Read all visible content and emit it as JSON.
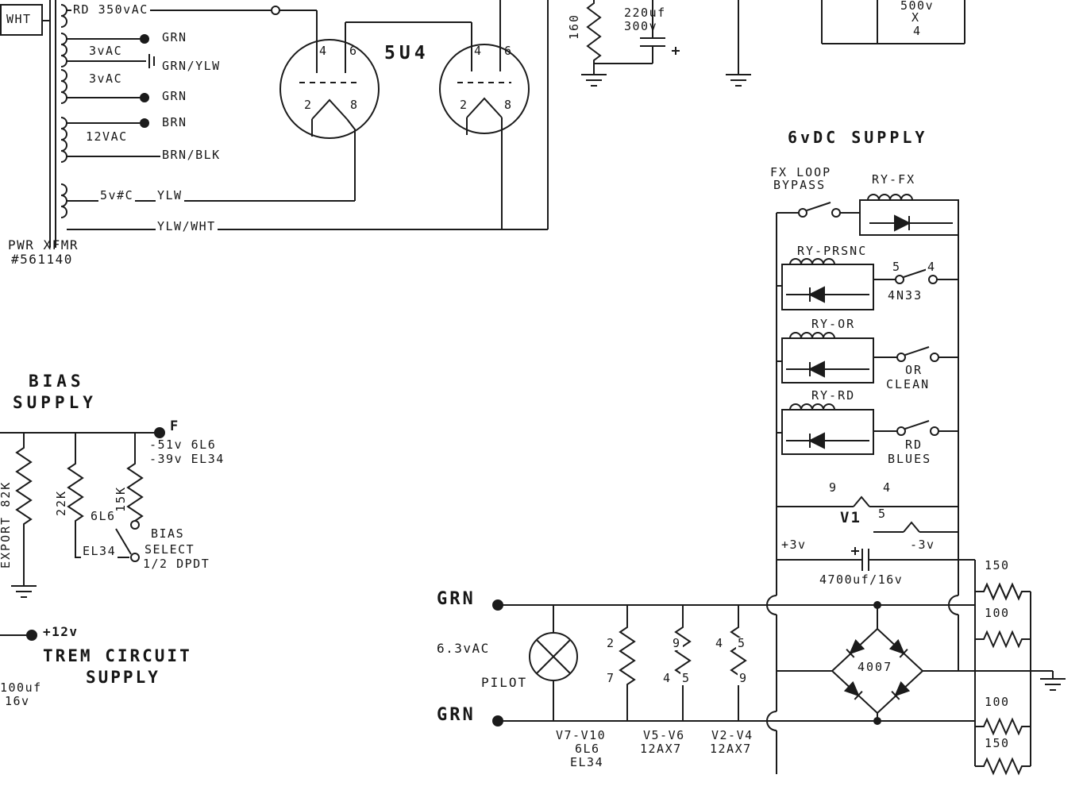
{
  "colors": {
    "line": "#1b1b1b",
    "background": "#ffffff"
  },
  "transformer": {
    "primary_label": "WHT",
    "hv_label": "RD 350vAC",
    "w3vac_a": "3vAC",
    "grn_a": "GRN",
    "grn_ylw": "GRN/YLW",
    "w3vac_b": "3vAC",
    "grn_b": "GRN",
    "brn": "BRN",
    "w12vac": "12VAC",
    "brn_blk": "BRN/BLK",
    "w5v": "5v#C",
    "w5v_wire": "YLW",
    "ylw_wht": "YLW/WHT",
    "name": "PWR XFMR",
    "part_no": "#561140"
  },
  "rectifier": {
    "tube_type": "5U4",
    "t1": {
      "p4": "4",
      "p6": "6",
      "p2": "2",
      "p8": "8"
    },
    "t2": {
      "p4": "4",
      "p6": "6",
      "p2": "2",
      "p8": "8"
    }
  },
  "filter": {
    "r_label": "160",
    "cap_uf": "220uf",
    "cap_v": "300v",
    "bank_v": "500v",
    "bank_x": "X",
    "bank_n": "4"
  },
  "supply_6vdc": {
    "title": "6vDC SUPPLY",
    "fx_loop_line1": "FX LOOP",
    "fx_loop_line2": "BYPASS",
    "ry_fx": "RY-FX",
    "ry_prsnc": "RY-PRSNC",
    "opto_pin5": "5",
    "opto_pin4": "4",
    "opto": "4N33",
    "ry_or": "RY-OR",
    "or_pos": "OR",
    "or_neg": "CLEAN",
    "ry_rd": "RY-RD",
    "rd_pos": "RD",
    "rd_neg": "BLUES",
    "v1_pin9": "9",
    "v1_pin4": "4",
    "v1": "V1",
    "v1_pin5": "5",
    "pos_rail": "+3v",
    "neg_rail": "-3v",
    "cap": "4700uf/16v",
    "bridge": "4007",
    "r_top": "150",
    "r_upper": "100",
    "r_lower": "100",
    "r_bottom": "150"
  },
  "bias_supply": {
    "title_line1": "BIAS",
    "title_line2": "SUPPLY",
    "test_point": "F",
    "v_6l6": "-51v 6L6",
    "v_el34": "-39v EL34",
    "r1": "EXPORT 82K",
    "r2": "22K",
    "r3": "15K",
    "sw_pos1": "6L6",
    "sw_pos2": "EL34",
    "sw_label1": "BIAS",
    "sw_label2": "SELECT",
    "sw_label3": "1/2 DPDT"
  },
  "trem_supply": {
    "rail": "+12v",
    "title_line1": "TREM CIRCUIT",
    "title_line2": "SUPPLY",
    "cap_uf": "100uf",
    "cap_v": "16v"
  },
  "heaters": {
    "grn_top": "GRN",
    "grn_bottom": "GRN",
    "vac": "6.3vAC",
    "pilot": "PILOT",
    "s1_top": "2",
    "s1_bottom": "7",
    "s2_top": "9",
    "s2_bottom_a": "4",
    "s2_bottom_b": "5",
    "s3_top_a": "4",
    "s3_top_b": "5",
    "s3_bottom": "9",
    "g1_line1": "V7-V10",
    "g1_line2": "6L6",
    "g1_line3": "EL34",
    "g2_line1": "V5-V6",
    "g2_line2": "12AX7",
    "g3_line1": "V2-V4",
    "g3_line2": "12AX7"
  }
}
